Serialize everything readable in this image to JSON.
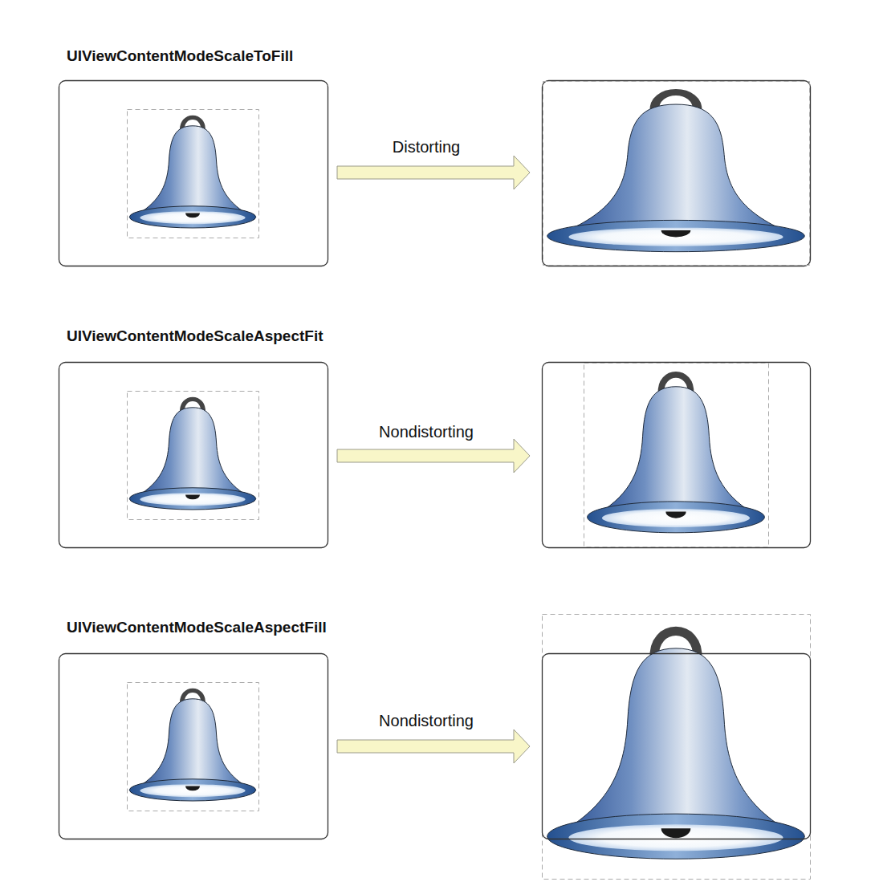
{
  "diagram": {
    "labels": [
      "UIViewContentModeScaleToFill",
      "Distorting",
      "UIViewContentModeScaleAspectFit",
      "Nondistorting",
      "UIViewContentModeScaleAspectFill",
      "Nondistorting"
    ]
  }
}
